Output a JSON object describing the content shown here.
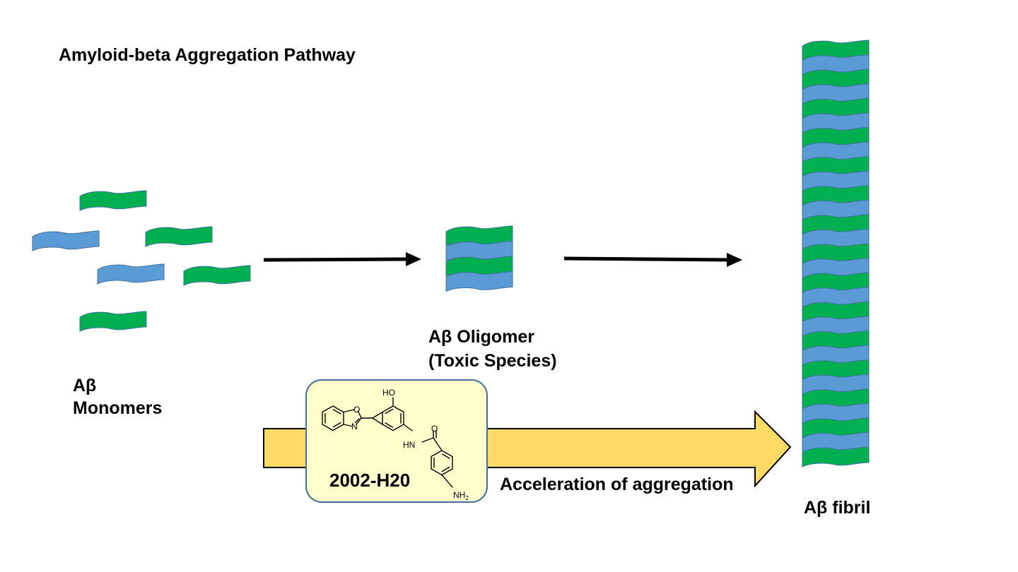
{
  "title": "Amyloid-beta Aggregation Pathway",
  "monomers": {
    "line1": "Aβ",
    "line2": "Monomers"
  },
  "oligomer": {
    "line1": "Aβ Oligomer",
    "line2": "(Toxic Species)"
  },
  "fibril": {
    "label": "Aβ fibril"
  },
  "compound": {
    "name": "2002-H20",
    "atom_hydroxyl": "HO",
    "atom_oxygen": "O",
    "atom_nitrogen": "N",
    "atom_amide_nh": "HN",
    "atom_carbonyl_o": "O",
    "atom_amine": "NH",
    "atom_amine_sub": "2"
  },
  "effect": {
    "label": "Acceleration of aggregation"
  },
  "colors": {
    "green": "#00b050",
    "blue": "#5b9bd5",
    "strand_outline": "#41719c",
    "compound_box_fill": "#ffffcc",
    "compound_box_border": "#41719c",
    "big_arrow_fill": "#ffd966",
    "big_arrow_outline": "#000000"
  }
}
